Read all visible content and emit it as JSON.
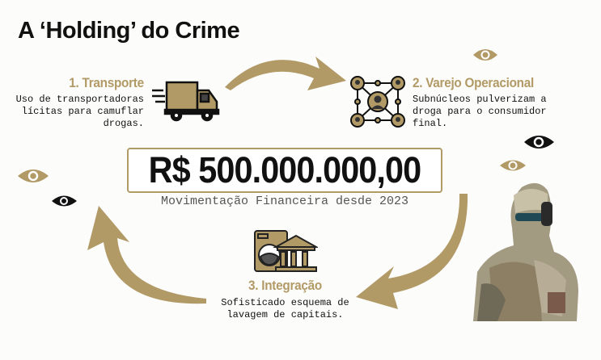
{
  "title": "A ‘Holding’ do Crime",
  "steps": [
    {
      "title": "1. Transporte",
      "lines": [
        "Uso de transportadoras",
        "lícitas para camuflar",
        "drogas."
      ],
      "icon": "truck-icon"
    },
    {
      "title": "2. Varejo Operacional",
      "lines": [
        "Subnúcleos pulverizam a",
        "droga para o consumidor",
        "final."
      ],
      "icon": "network-icon"
    },
    {
      "title": "3. Integração",
      "lines": [
        "Sofisticado esquema de",
        "lavagem de capitais."
      ],
      "icon": "laundry-bank-icon"
    }
  ],
  "amount": "R$ 500.000.000,00",
  "amount_caption": "Movimentação Financeira desde 2023",
  "colors": {
    "gold": "#b29a66",
    "dark": "#111111"
  }
}
